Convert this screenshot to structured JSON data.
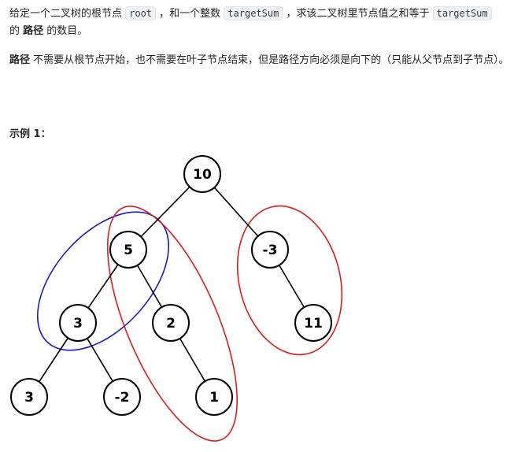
{
  "problem": {
    "p1_a": "给定一个二叉树的根节点 ",
    "code_root": "root",
    "p1_b": " ，和一个整数 ",
    "code_target1": "targetSum",
    "p1_c": " ，求该二叉树里节点值之和等于 ",
    "code_target2": "targetSum",
    "p1_d": " 的 ",
    "p1_bold": "路径",
    "p1_e": " 的数目。",
    "p2_bold": "路径",
    "p2_text": " 不需要从根节点开始，也不需要在叶子节点结束，但是路径方向必须是向下的（只能从父节点到子节点）。",
    "example_title": "示例 1："
  },
  "tree": {
    "nodes": [
      {
        "id": "n10",
        "label": "10"
      },
      {
        "id": "n5",
        "label": "5"
      },
      {
        "id": "nm3",
        "label": "-3"
      },
      {
        "id": "n3a",
        "label": "3"
      },
      {
        "id": "n2",
        "label": "2"
      },
      {
        "id": "n11",
        "label": "11"
      },
      {
        "id": "n3b",
        "label": "3"
      },
      {
        "id": "nm2",
        "label": "-2"
      },
      {
        "id": "n1",
        "label": "1"
      }
    ],
    "edges": [
      [
        "n10",
        "n5"
      ],
      [
        "n10",
        "nm3"
      ],
      [
        "n5",
        "n3a"
      ],
      [
        "n5",
        "n2"
      ],
      [
        "nm3",
        "n11"
      ],
      [
        "n3a",
        "n3b"
      ],
      [
        "n3a",
        "nm2"
      ],
      [
        "n2",
        "n1"
      ]
    ],
    "highlight_colors": {
      "path_5_3": "#1a1ad6",
      "path_5_2_1": "#e01b1b",
      "path_m3_11": "#e01b1b"
    }
  }
}
